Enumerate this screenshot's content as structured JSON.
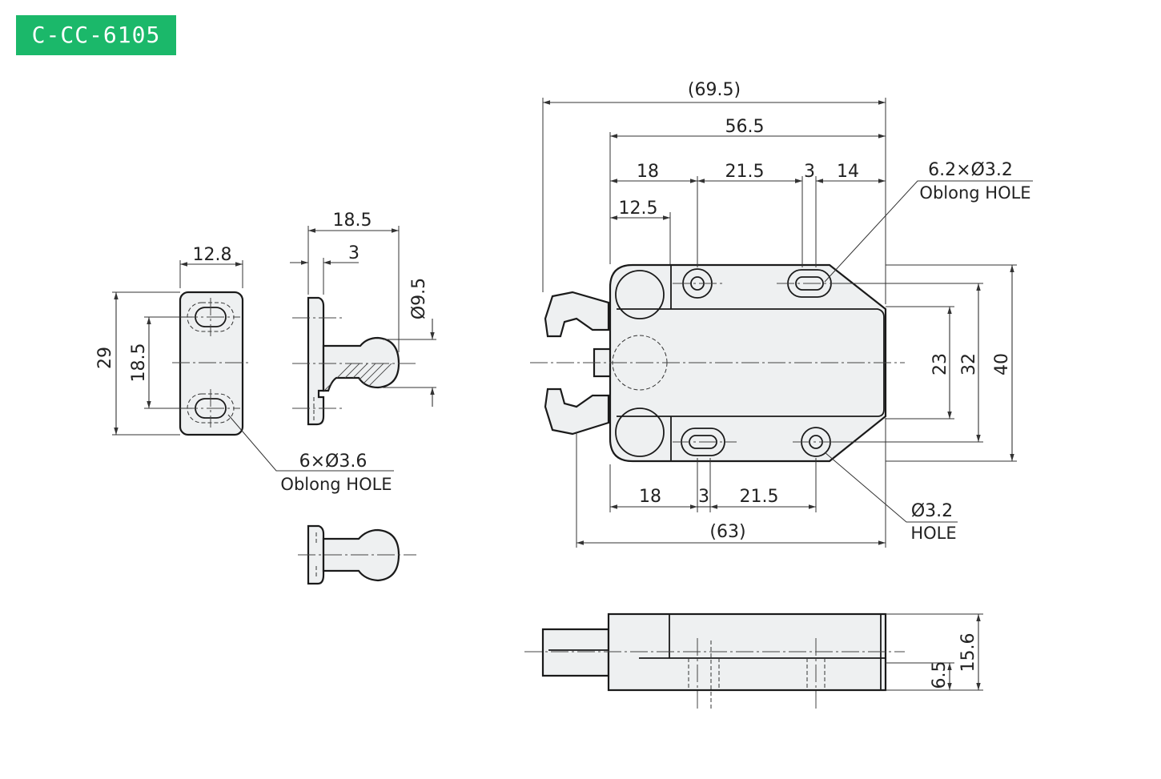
{
  "product_code": "C-CC-6105",
  "colors": {
    "badge_bg": "#1bb86a",
    "badge_text": "#ffffff",
    "line": "#1a1a1a",
    "part_fill": "#eef0f1"
  },
  "striker_plate": {
    "width": "12.8",
    "height": "29",
    "hole_pitch": "18.5",
    "hole_note_line1": "6×Ø3.6",
    "hole_note_line2": "Oblong HOLE"
  },
  "striker_side": {
    "length": "18.5",
    "flange": "3",
    "ball_diameter": "Ø9.5"
  },
  "latch_front": {
    "overall_length": "(69.5)",
    "body_length": "56.5",
    "top_seg_1": "18",
    "top_seg_2": "21.5",
    "top_seg_3": "3",
    "top_seg_4": "14",
    "top_sub": "12.5",
    "oblong_note_line1": "6.2×Ø3.2",
    "oblong_note_line2": "Oblong HOLE",
    "height_inner": "23",
    "height_mid": "32",
    "height_outer": "40",
    "bottom_seg_1": "18",
    "bottom_seg_2": "3",
    "bottom_seg_3": "21.5",
    "bottom_overall": "(63)",
    "hole_note_line1": "Ø3.2",
    "hole_note_line2": "HOLE"
  },
  "latch_side": {
    "height": "15.6",
    "offset": "6.5"
  }
}
